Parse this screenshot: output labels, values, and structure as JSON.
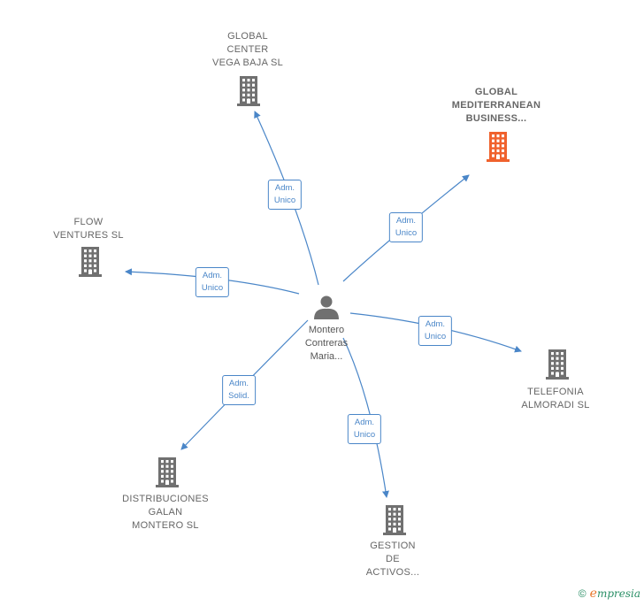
{
  "person": {
    "label_lines": [
      "Montero",
      "Contreras",
      "Maria..."
    ],
    "icon": "person-icon"
  },
  "companies": [
    {
      "id": "global-center",
      "lines": [
        "GLOBAL",
        "CENTER",
        "VEGA BAJA  SL"
      ],
      "color": "#707070",
      "highlight": false
    },
    {
      "id": "global-mediterranean",
      "lines": [
        "GLOBAL",
        "MEDITERRANEAN",
        "BUSINESS..."
      ],
      "color": "#f0622d",
      "highlight": true
    },
    {
      "id": "flow-ventures",
      "lines": [
        "FLOW",
        "VENTURES  SL"
      ],
      "color": "#707070",
      "highlight": false
    },
    {
      "id": "telefonia",
      "lines": [
        "TELEFONIA",
        "ALMORADI  SL"
      ],
      "color": "#707070",
      "highlight": false
    },
    {
      "id": "distribuciones",
      "lines": [
        "DISTRIBUCIONES",
        "GALAN",
        "MONTERO  SL"
      ],
      "color": "#707070",
      "highlight": false
    },
    {
      "id": "gestion",
      "lines": [
        "GESTION",
        "DE",
        "ACTIVOS..."
      ],
      "color": "#707070",
      "highlight": false
    }
  ],
  "edges": [
    {
      "to": "global-center",
      "lines": [
        "Adm.",
        "Unico"
      ]
    },
    {
      "to": "global-mediterranean",
      "lines": [
        "Adm.",
        "Unico"
      ]
    },
    {
      "to": "flow-ventures",
      "lines": [
        "Adm.",
        "Unico"
      ]
    },
    {
      "to": "telefonia",
      "lines": [
        "Adm.",
        "Unico"
      ]
    },
    {
      "to": "distribuciones",
      "lines": [
        "Adm.",
        "Solid."
      ]
    },
    {
      "to": "gestion",
      "lines": [
        "Adm.",
        "Unico"
      ]
    }
  ],
  "footer": {
    "copyright": "©",
    "brand_first": "e",
    "brand_rest": "mpresia"
  },
  "colors": {
    "edge": "#4a86c8",
    "building": "#707070",
    "highlight": "#f0622d",
    "person": "#707070"
  }
}
